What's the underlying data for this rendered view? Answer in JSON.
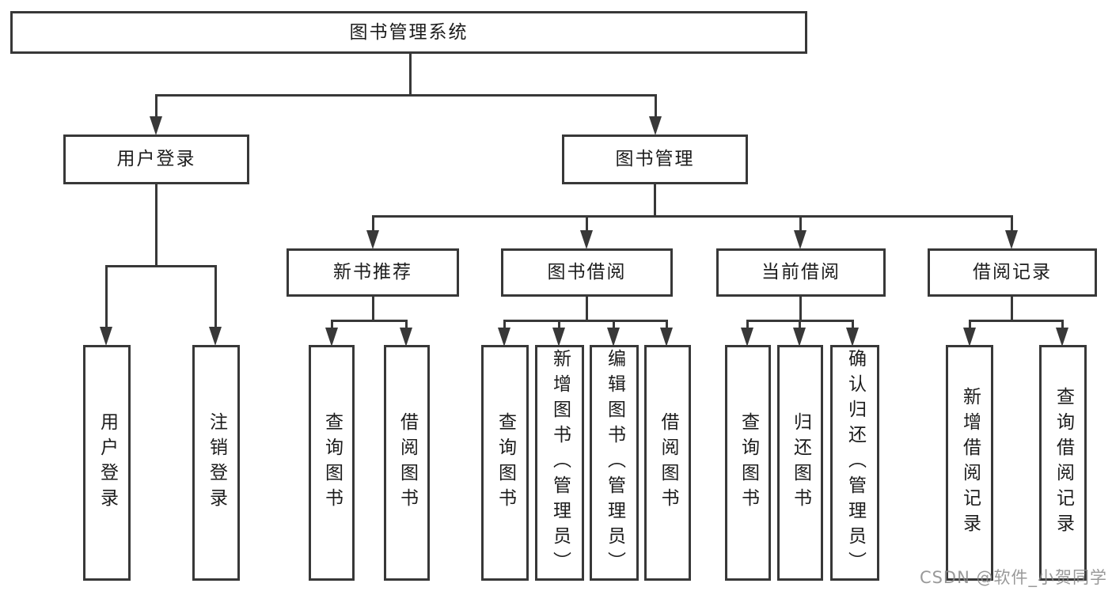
{
  "tree": {
    "root": {
      "label": "图书管理系统"
    },
    "level2": {
      "user_login": {
        "label": "用户登录"
      },
      "book_management": {
        "label": "图书管理"
      }
    },
    "level3": {
      "new_book_recommend": {
        "label": "新书推荐"
      },
      "book_borrowing": {
        "label": "图书借阅"
      },
      "current_borrowing": {
        "label": "当前借阅"
      },
      "borrowing_records": {
        "label": "借阅记录"
      }
    },
    "leaves": {
      "user_login": [
        "用户登录",
        "注销登录"
      ],
      "new_book_recommend": [
        "查询图书",
        "借阅图书"
      ],
      "book_borrowing": [
        "查询图书",
        "新增图书（管理员）",
        "编辑图书（管理员）",
        "借阅图书"
      ],
      "current_borrowing": [
        "查询图书",
        "归还图书",
        "确认归还（管理员）"
      ],
      "borrowing_records": [
        "新增借阅记录",
        "查询借阅记录"
      ]
    }
  },
  "watermark": "CSDN @软件_小贺同学",
  "colors": {
    "line": "#383838",
    "box_background": "#ffffff",
    "text": "#1c1c1c",
    "watermark": "#878787"
  }
}
